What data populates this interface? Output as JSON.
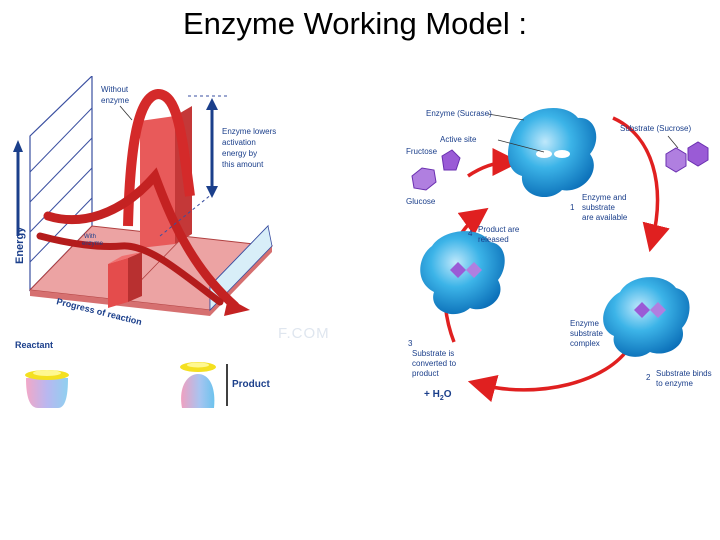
{
  "title": "Enzyme  Working Model :",
  "energy_diagram": {
    "without_enzyme_line1": "Without",
    "without_enzyme_line2": "enzyme",
    "lowers_line1": "Enzyme lowers",
    "lowers_line2": "activation",
    "lowers_line3": "energy by",
    "lowers_line4": "this amount",
    "with_enzyme_line1": "With",
    "with_enzyme_line2": "enzyme",
    "y_axis": "Energy",
    "x_axis": "Progress of reaction",
    "reactant": "Reactant",
    "product": "Product",
    "watermark": "F.COM",
    "colors": {
      "curve": "#d42a2a",
      "floor": "#eca3a3",
      "wall": "#ffffff",
      "product_pool": "#c8e6f5"
    }
  },
  "enzyme_cycle": {
    "enzyme": "Enzyme (Sucrase)",
    "active_site": "Active site",
    "substrate": "Substrate (Sucrose)",
    "fructose": "Fructose",
    "glucose": "Glucose",
    "step1_number": "1",
    "step1_line1": "Enzyme and",
    "step1_line2": "substrate",
    "step1_line3": "are available",
    "step2_number": "2",
    "step2_line1": "Substrate binds",
    "step2_line2": "to enzyme",
    "step3_number": "3",
    "step3_line1": "Substrate is",
    "step3_line2": "converted to",
    "step3_line3": "product",
    "step4_number": "4",
    "step4_line1": "Product are",
    "step4_line2": "released",
    "complex_line1": "Enzyme",
    "complex_line2": "substrate",
    "complex_line3": "complex",
    "water_prefix": "+ H",
    "water_sub": "2",
    "water_suffix": "O",
    "colors": {
      "enzyme": "#2ba6df",
      "substrate": "#9a5bd6",
      "arrow": "#e02020",
      "label": "#1b3f8b"
    }
  }
}
